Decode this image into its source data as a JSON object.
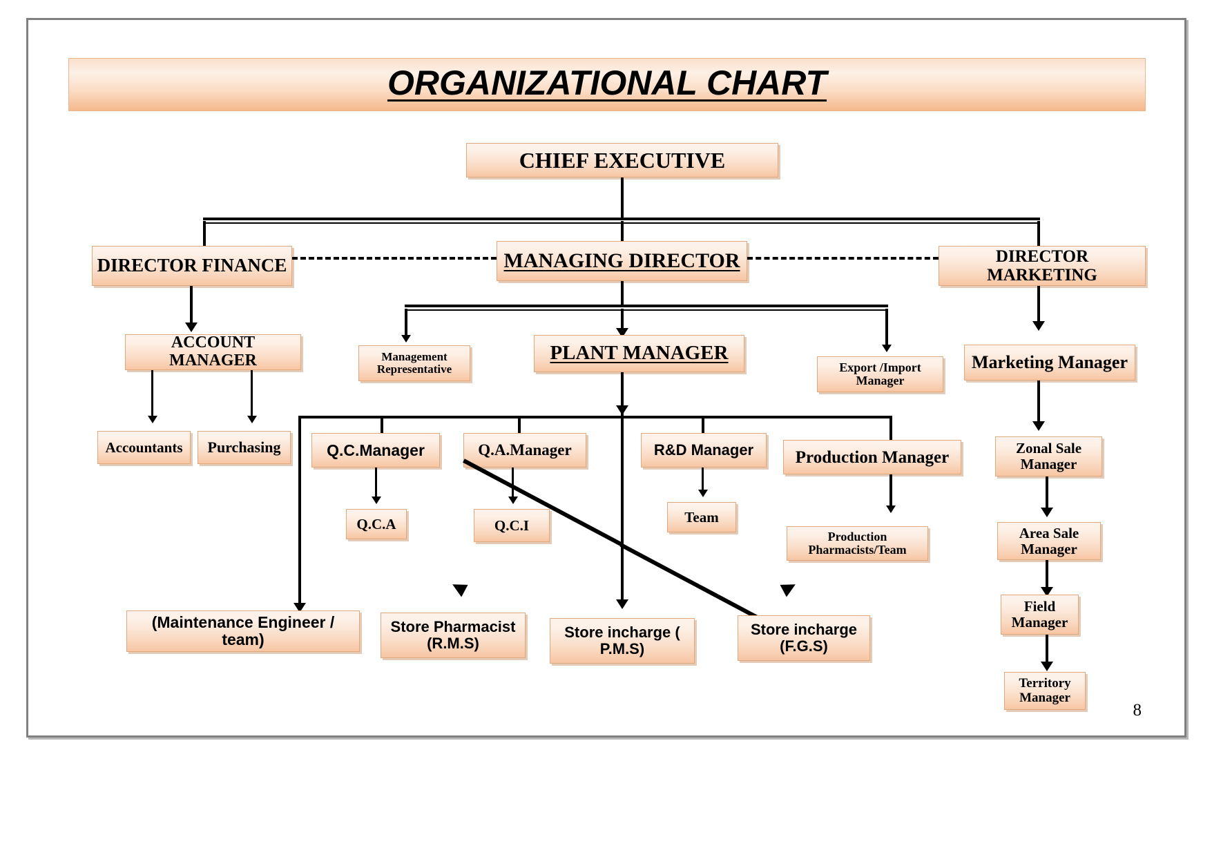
{
  "document": {
    "title": "ORGANIZATIONAL CHART",
    "page_number": "8"
  },
  "chart_data": {
    "type": "diagram",
    "diagram_kind": "organizational-chart",
    "title": "ORGANIZATIONAL CHART",
    "nodes": [
      {
        "id": "chief_executive",
        "label": "CHIEF EXECUTIVE"
      },
      {
        "id": "director_finance",
        "label": "DIRECTOR FINANCE"
      },
      {
        "id": "managing_director",
        "label": "MANAGING DIRECTOR"
      },
      {
        "id": "director_marketing",
        "label": "DIRECTOR   MARKETING"
      },
      {
        "id": "account_manager",
        "label": "ACCOUNT MANAGER"
      },
      {
        "id": "management_rep",
        "label": "Management Representative"
      },
      {
        "id": "plant_manager",
        "label": "PLANT MANAGER"
      },
      {
        "id": "export_import_manager",
        "label": "Export /Import Manager"
      },
      {
        "id": "marketing_manager",
        "label": "Marketing Manager"
      },
      {
        "id": "accountants",
        "label": "Accountants"
      },
      {
        "id": "purchasing",
        "label": "Purchasing"
      },
      {
        "id": "qc_manager",
        "label": "Q.C.Manager"
      },
      {
        "id": "qa_manager",
        "label": "Q.A.Manager"
      },
      {
        "id": "rd_manager",
        "label": "R&D Manager"
      },
      {
        "id": "production_manager",
        "label": "Production Manager"
      },
      {
        "id": "zonal_sale_manager",
        "label": "Zonal Sale Manager"
      },
      {
        "id": "qca",
        "label": "Q.C.A"
      },
      {
        "id": "qci",
        "label": "Q.C.I"
      },
      {
        "id": "team",
        "label": "Team"
      },
      {
        "id": "production_pharmacists",
        "label": "Production Pharmacists/Team"
      },
      {
        "id": "area_sale_manager",
        "label": "Area Sale Manager"
      },
      {
        "id": "maintenance_engineer",
        "label": "(Maintenance Engineer / team)"
      },
      {
        "id": "store_pharmacist_rms",
        "label": "Store Pharmacist (R.M.S)"
      },
      {
        "id": "store_incharge_pms",
        "label": "Store incharge ( P.M.S)"
      },
      {
        "id": "store_incharge_fgs",
        "label": "Store incharge (F.G.S)"
      },
      {
        "id": "field_manager",
        "label": "Field Manager"
      },
      {
        "id": "territory_manager",
        "label": "Territory Manager"
      }
    ],
    "edges": [
      {
        "from": "chief_executive",
        "to": "director_finance",
        "style": "solid-arrow"
      },
      {
        "from": "chief_executive",
        "to": "managing_director",
        "style": "solid-arrow"
      },
      {
        "from": "chief_executive",
        "to": "director_marketing",
        "style": "solid-arrow"
      },
      {
        "from": "director_finance",
        "to": "managing_director",
        "style": "dashed"
      },
      {
        "from": "managing_director",
        "to": "director_marketing",
        "style": "dashed"
      },
      {
        "from": "director_finance",
        "to": "account_manager",
        "style": "solid-arrow"
      },
      {
        "from": "managing_director",
        "to": "management_rep",
        "style": "solid-arrow"
      },
      {
        "from": "managing_director",
        "to": "plant_manager",
        "style": "solid-arrow"
      },
      {
        "from": "managing_director",
        "to": "export_import_manager",
        "style": "solid-arrow"
      },
      {
        "from": "director_marketing",
        "to": "marketing_manager",
        "style": "solid-arrow"
      },
      {
        "from": "account_manager",
        "to": "accountants",
        "style": "solid-arrow"
      },
      {
        "from": "account_manager",
        "to": "purchasing",
        "style": "solid-arrow"
      },
      {
        "from": "plant_manager",
        "to": "qc_manager",
        "style": "solid-arrow"
      },
      {
        "from": "plant_manager",
        "to": "qa_manager",
        "style": "solid-arrow"
      },
      {
        "from": "plant_manager",
        "to": "rd_manager",
        "style": "solid-arrow"
      },
      {
        "from": "plant_manager",
        "to": "production_manager",
        "style": "solid-arrow"
      },
      {
        "from": "plant_manager",
        "to": "maintenance_engineer",
        "style": "solid-arrow"
      },
      {
        "from": "qc_manager",
        "to": "qca",
        "style": "solid-arrow"
      },
      {
        "from": "qa_manager",
        "to": "qci",
        "style": "solid-arrow"
      },
      {
        "from": "rd_manager",
        "to": "team",
        "style": "solid-arrow"
      },
      {
        "from": "production_manager",
        "to": "production_pharmacists",
        "style": "solid-arrow"
      },
      {
        "from": "plant_manager",
        "to": "store_pharmacist_rms",
        "style": "diagonal-arrow"
      },
      {
        "from": "plant_manager",
        "to": "store_incharge_pms",
        "style": "solid-arrow"
      },
      {
        "from": "plant_manager",
        "to": "store_incharge_fgs",
        "style": "diagonal-arrow"
      },
      {
        "from": "marketing_manager",
        "to": "zonal_sale_manager",
        "style": "solid-arrow"
      },
      {
        "from": "zonal_sale_manager",
        "to": "area_sale_manager",
        "style": "solid-arrow"
      },
      {
        "from": "area_sale_manager",
        "to": "field_manager",
        "style": "solid-arrow"
      },
      {
        "from": "field_manager",
        "to": "territory_manager",
        "style": "solid-arrow"
      }
    ],
    "colors": {
      "box_fill_light": "#fdf0e6",
      "box_fill_dark": "#f7c6a3",
      "box_border": "#e0a97d",
      "connector": "#000000",
      "page_border": "#808080",
      "background": "#ffffff"
    }
  }
}
